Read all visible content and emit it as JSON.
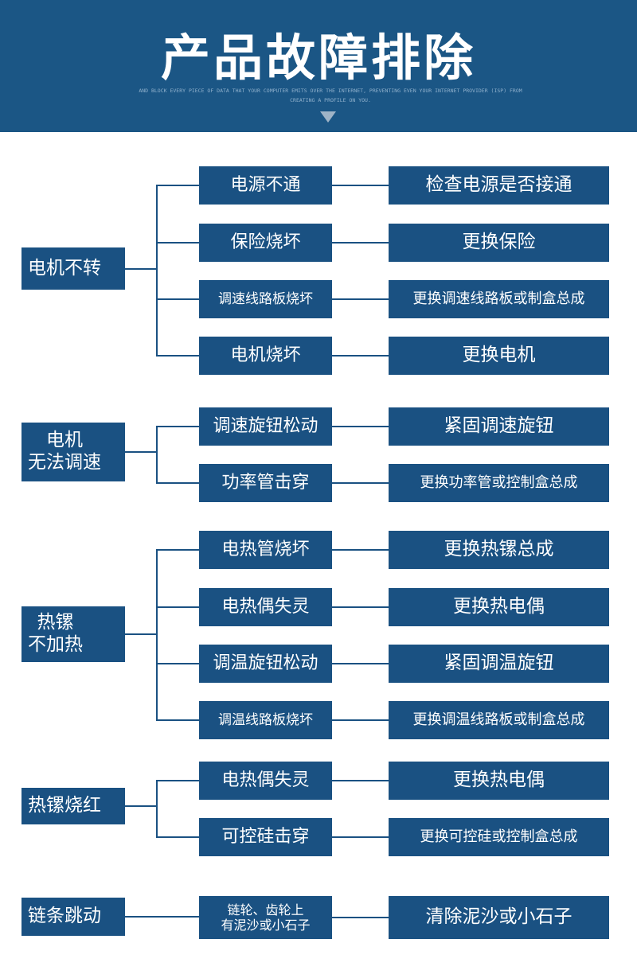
{
  "header": {
    "title": "产品故障排除",
    "subtitle": "AND BLOCK EVERY PIECE OF DATA THAT YOUR COMPUTER EMITS OVER THE INTERNET, PREVENTING EVEN YOUR INTERNET PROVIDER (ISP) FROM CREATING A PROFILE ON YOU."
  },
  "groups": [
    {
      "problem": "电机不转",
      "items": [
        {
          "cause": "电源不通",
          "fix": "检查电源是否接通"
        },
        {
          "cause": "保险烧坏",
          "fix": "更换保险"
        },
        {
          "cause": "调速线路板烧坏",
          "fix": "更换调速线路板或制盒总成"
        },
        {
          "cause": "电机烧坏",
          "fix": "更换电机"
        }
      ]
    },
    {
      "problem": "电机\n无法调速",
      "items": [
        {
          "cause": "调速旋钮松动",
          "fix": "紧固调速旋钮"
        },
        {
          "cause": "功率管击穿",
          "fix": "更换功率管或控制盒总成"
        }
      ]
    },
    {
      "problem": "热镙\n不加热",
      "items": [
        {
          "cause": "电热管烧坏",
          "fix": "更换热镙总成"
        },
        {
          "cause": "电热偶失灵",
          "fix": "更换热电偶"
        },
        {
          "cause": "调温旋钮松动",
          "fix": "紧固调温旋钮"
        },
        {
          "cause": "调温线路板烧坏",
          "fix": "更换调温线路板或制盒总成"
        }
      ]
    },
    {
      "problem": "热镙烧红",
      "items": [
        {
          "cause": "电热偶失灵",
          "fix": "更换热电偶"
        },
        {
          "cause": "可控硅击穿",
          "fix": "更换可控硅或控制盒总成"
        }
      ]
    },
    {
      "problem": "链条跳动",
      "items": [
        {
          "cause": "链轮、齿轮上\n有泥沙或小石子",
          "fix": "清除泥沙或小石子"
        }
      ]
    }
  ]
}
